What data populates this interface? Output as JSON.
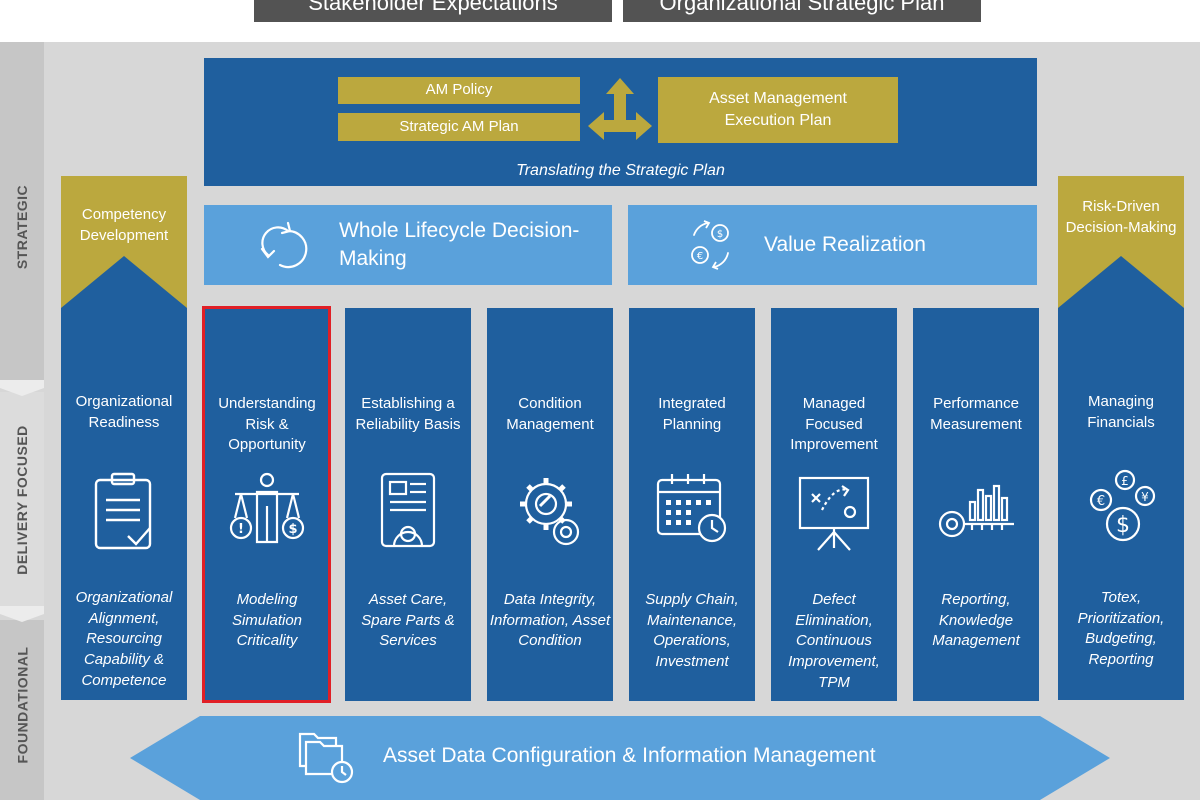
{
  "top": {
    "left_box": "Stakeholder Expectations",
    "right_box": "Organizational Strategic Plan"
  },
  "side_labels": {
    "strategic": "STRATEGIC",
    "delivery": "DELIVERY FOCUSED",
    "foundational": "FOUNDATIONAL"
  },
  "translate": {
    "policy": "AM Policy",
    "plan": "Strategic AM Plan",
    "execution": "Asset Management Execution Plan",
    "caption": "Translating the Strategic Plan"
  },
  "pillars": {
    "lifecycle": "Whole Lifecycle Decision-Making",
    "value": "Value Realization"
  },
  "left_side": {
    "cap": "Competency Development",
    "title": "Organizational Readiness",
    "sub": "Organizational Alignment, Resourcing Capability & Competence",
    "icon": "clipboard-check-icon"
  },
  "right_side": {
    "cap": "Risk-Driven Decision-Making",
    "title": "Managing Financials",
    "sub": "Totex, Prioritization, Budgeting, Reporting",
    "icon": "currency-coins-icon"
  },
  "columns": [
    {
      "title": "Understanding Risk & Opportunity",
      "sub": "Modeling Simulation Criticality",
      "icon": "balance-person-icon"
    },
    {
      "title": "Establishing a Reliability Basis",
      "sub": "Asset Care, Spare Parts & Services",
      "icon": "document-gear-icon"
    },
    {
      "title": "Condition Management",
      "sub": "Data Integrity, Information, Asset Condition",
      "icon": "gears-icon"
    },
    {
      "title": "Integrated Planning",
      "sub": "Supply Chain, Maintenance, Operations, Investment",
      "icon": "calendar-clock-icon"
    },
    {
      "title": "Managed Focused Improvement",
      "sub": "Defect Elimination, Continuous Improvement, TPM",
      "icon": "strategy-board-icon"
    },
    {
      "title": "Performance Measurement",
      "sub": "Reporting, Knowledge Management",
      "icon": "key-chart-icon"
    }
  ],
  "base": {
    "text": "Asset Data Configuration & Information Management",
    "icon": "folders-clock-icon"
  },
  "colors": {
    "dark_blue": "#1f5f9e",
    "light_blue": "#5aa1db",
    "gold": "#bba83e",
    "gray_bg": "#d7d7d7",
    "highlight": "#e01f26"
  }
}
